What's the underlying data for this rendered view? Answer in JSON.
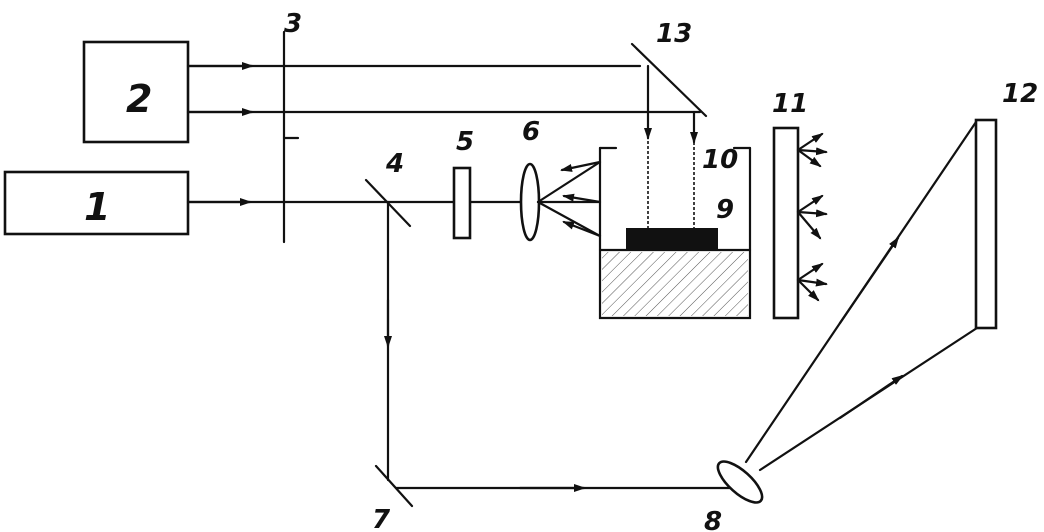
{
  "diagram": {
    "labels": {
      "laser_1": "1",
      "laser_2": "2",
      "shutter_3": "3",
      "beamsplitter_4": "4",
      "filter_5": "5",
      "lens_6": "6",
      "mirror_7": "7",
      "lens_8": "8",
      "sample_9": "9",
      "cell_10": "10",
      "screen_11": "11",
      "screen_12": "12",
      "mirror_13": "13"
    },
    "colors": {
      "ink": "#111111",
      "paper": "#ffffff"
    }
  }
}
